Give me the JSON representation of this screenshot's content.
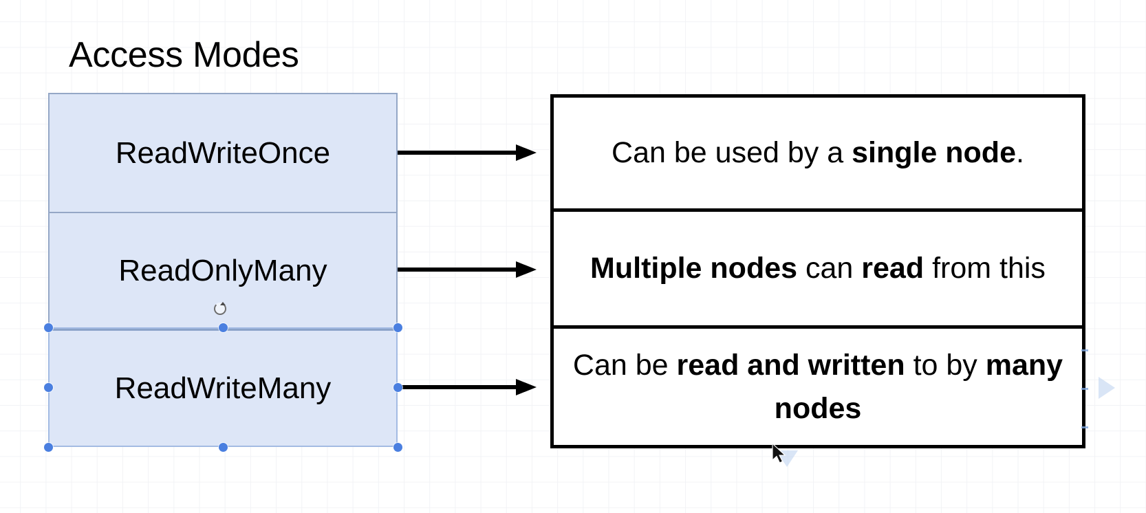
{
  "diagram": {
    "title": "Access Modes",
    "access_modes": [
      {
        "label": "ReadWriteOnce"
      },
      {
        "label": "ReadOnlyMany"
      },
      {
        "label": "ReadWriteMany"
      }
    ],
    "descriptions": [
      {
        "parts": [
          {
            "text": "Can be used by a ",
            "bold": false
          },
          {
            "text": "single node",
            "bold": true
          },
          {
            "text": ".",
            "bold": false
          }
        ],
        "plain": "Can be used by a single node."
      },
      {
        "parts": [
          {
            "text": "Multiple nodes",
            "bold": true
          },
          {
            "text": " can ",
            "bold": false
          },
          {
            "text": "read",
            "bold": true
          },
          {
            "text": " from this",
            "bold": false
          }
        ],
        "plain": "Multiple nodes can read from this"
      },
      {
        "parts": [
          {
            "text": "Can be ",
            "bold": false
          },
          {
            "text": "read and written",
            "bold": true
          },
          {
            "text": " to by ",
            "bold": false
          },
          {
            "text": "many nodes",
            "bold": true
          }
        ],
        "plain": "Can be read and written to by many nodes"
      }
    ],
    "connectors": [
      {
        "name": "arrow-readwriteonce"
      },
      {
        "name": "arrow-readonlymany"
      },
      {
        "name": "arrow-readwritemany"
      }
    ],
    "colors": {
      "mode_fill": "#dde6f7",
      "mode_border": "#94a7c6",
      "desc_border": "#000000",
      "desc_fill": "#ffffff",
      "selection_handle": "#4a7fe0",
      "selection_outline": "#a3bbe3",
      "hover_arrow": "#b9d0ef",
      "grid_line": "#f2f3f6",
      "text": "#000000"
    },
    "selection": {
      "selected_shape": "ReadWriteMany",
      "handle_count": 8,
      "rotate_handle": "rotate-icon"
    }
  }
}
